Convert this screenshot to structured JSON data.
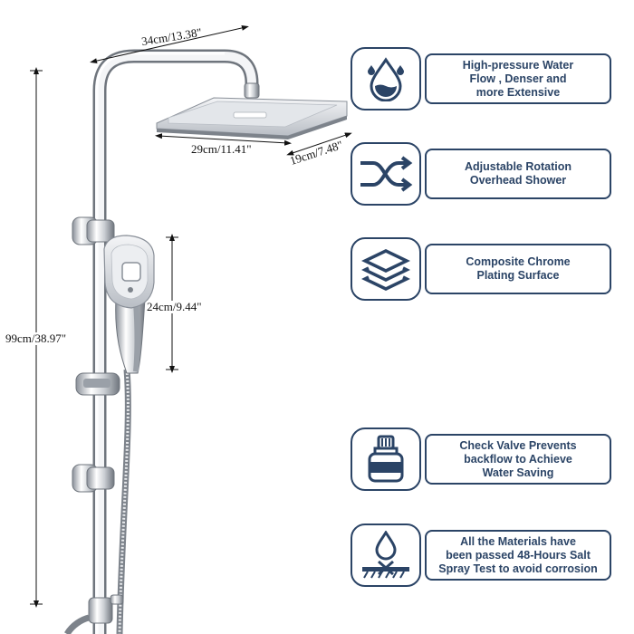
{
  "dimensions": {
    "arm_width": "34cm/13.38\"",
    "head_width": "29cm/11.41\"",
    "head_depth": "19cm/7.48\"",
    "handheld_length": "24cm/9.44\"",
    "total_height": "99cm/38.97\""
  },
  "features": [
    {
      "icon": "water-drop-icon",
      "text": "High-pressure Water\nFlow , Denser and\nmore Extensive"
    },
    {
      "icon": "shuffle-arrows-icon",
      "text": "Adjustable Rotation\nOverhead Shower"
    },
    {
      "icon": "layers-icon",
      "text": "Composite Chrome\nPlating Surface"
    },
    {
      "icon": "check-valve-icon",
      "text": "Check Valve Prevents\nbackflow to Achieve\nWater Saving"
    },
    {
      "icon": "salt-spray-icon",
      "text": "All the Materials have\nbeen passed 48-Hours Salt\nSpray Test to avoid corrosion"
    }
  ],
  "colors": {
    "accent": "#2b4466",
    "chrome_light": "#f2f3f5",
    "chrome_dark": "#7d838b"
  }
}
